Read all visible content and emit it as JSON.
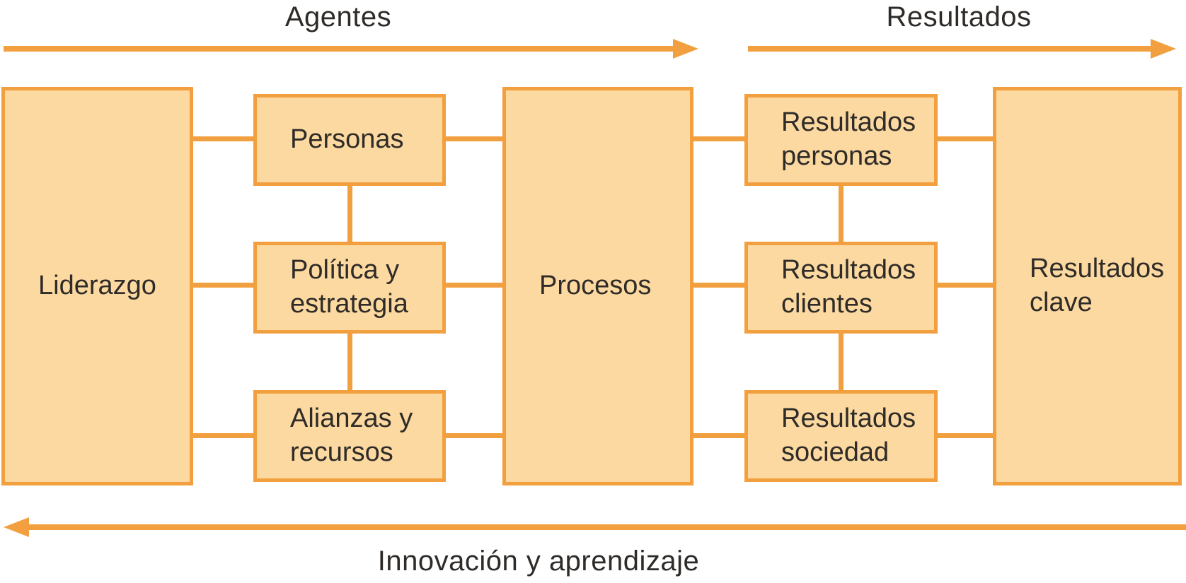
{
  "diagram": {
    "top_labels": {
      "agentes": "Agentes",
      "resultados": "Resultados"
    },
    "bottom_label": "Innovación y aprendizaje",
    "boxes": {
      "liderazgo": "Liderazgo",
      "personas": "Personas",
      "politica_estrategia": "Política y estrategia",
      "alianzas_recursos": "Alianzas y recursos",
      "procesos": "Procesos",
      "resultados_personas": "Resultados personas",
      "resultados_clientes": "Resultados clientes",
      "resultados_sociedad": "Resultados sociedad",
      "resultados_clave": "Resultados clave"
    },
    "colors": {
      "border": "#F2A03F",
      "fill": "#FCD9A0",
      "text": "#2E2B28",
      "bg": "#FFFFFF"
    }
  }
}
